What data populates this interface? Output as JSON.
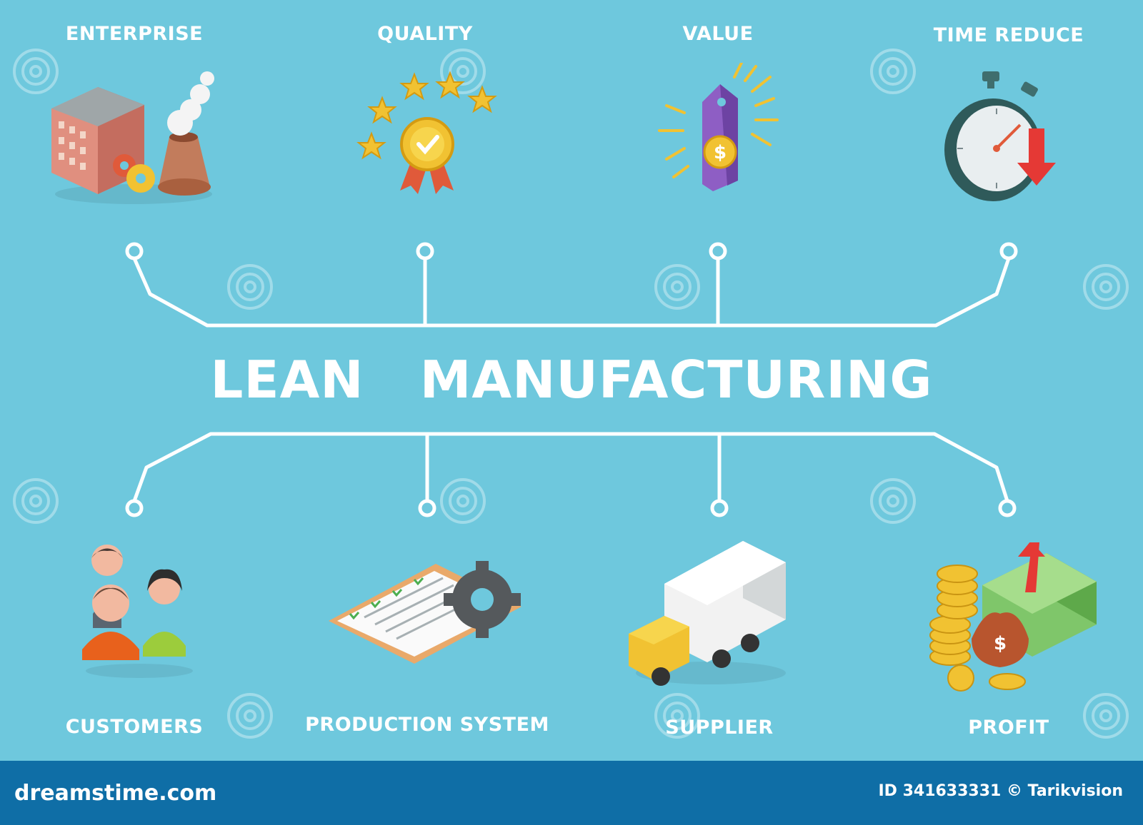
{
  "title": "LEAN   MANUFACTURING",
  "top_items": [
    {
      "label": "ENTERPRISE",
      "icon": "factory-icon"
    },
    {
      "label": "QUALITY",
      "icon": "quality-badge-icon"
    },
    {
      "label": "VALUE",
      "icon": "price-tag-icon"
    },
    {
      "label": "TIME REDUCE",
      "icon": "stopwatch-icon"
    }
  ],
  "bottom_items": [
    {
      "label": "CUSTOMERS",
      "icon": "people-icon"
    },
    {
      "label": "PRODUCTION SYSTEM",
      "icon": "checklist-gear-icon"
    },
    {
      "label": "SUPPLIER",
      "icon": "truck-icon"
    },
    {
      "label": "PROFIT",
      "icon": "money-profit-icon"
    }
  ],
  "footer": {
    "site": "dreamstime.com",
    "id_text": "ID 341633331 © Tarikvision"
  },
  "colors": {
    "background": "#6ec8dd",
    "lines": "#ffffff",
    "footer": "#0f6ea6"
  }
}
